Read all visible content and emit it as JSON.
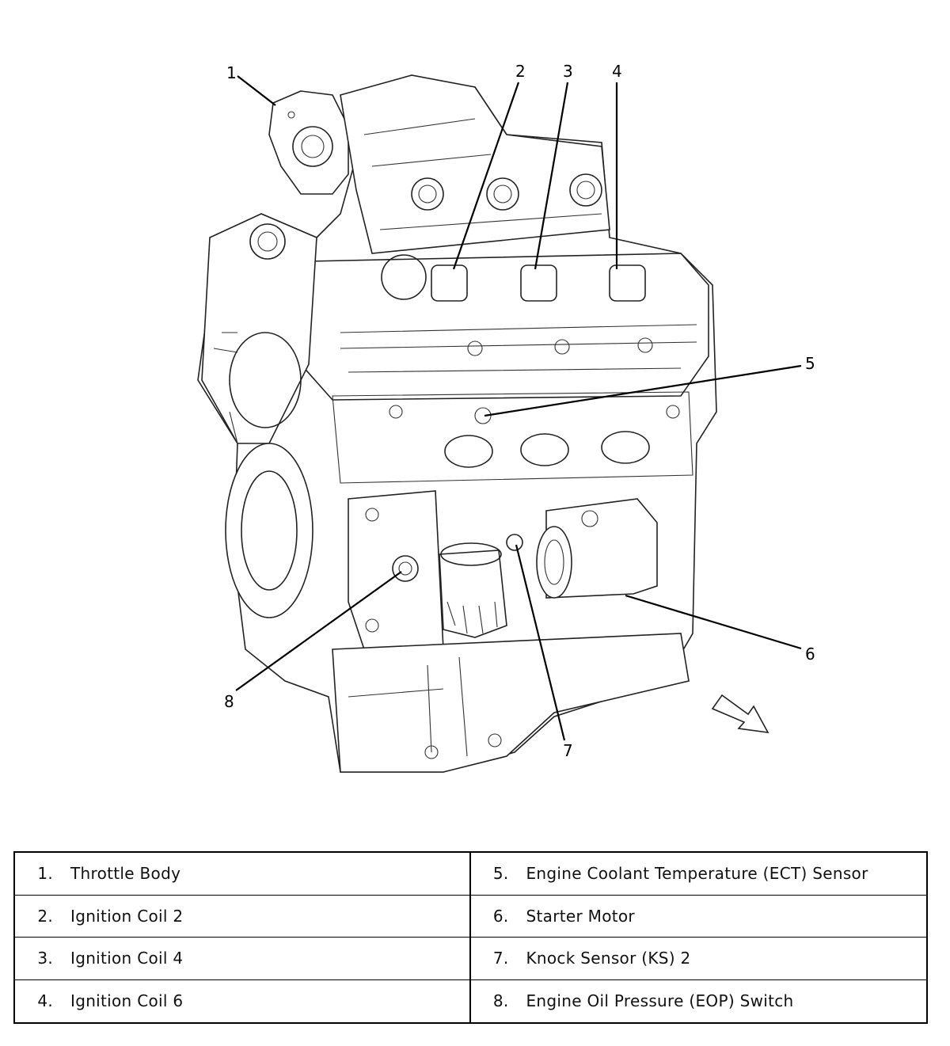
{
  "callouts": [
    "1",
    "2",
    "3",
    "4",
    "5",
    "6",
    "7",
    "8"
  ],
  "legend": [
    {
      "left": {
        "num": "1.",
        "label": "Throttle Body"
      },
      "right": {
        "num": "5.",
        "label": "Engine Coolant Temperature (ECT) Sensor"
      }
    },
    {
      "left": {
        "num": "2.",
        "label": "Ignition Coil 2"
      },
      "right": {
        "num": "6.",
        "label": "Starter Motor"
      }
    },
    {
      "left": {
        "num": "3.",
        "label": "Ignition Coil 4"
      },
      "right": {
        "num": "7.",
        "label": "Knock Sensor (KS) 2"
      }
    },
    {
      "left": {
        "num": "4.",
        "label": "Ignition Coil 6"
      },
      "right": {
        "num": "8.",
        "label": "Engine Oil Pressure (EOP) Switch"
      }
    }
  ]
}
